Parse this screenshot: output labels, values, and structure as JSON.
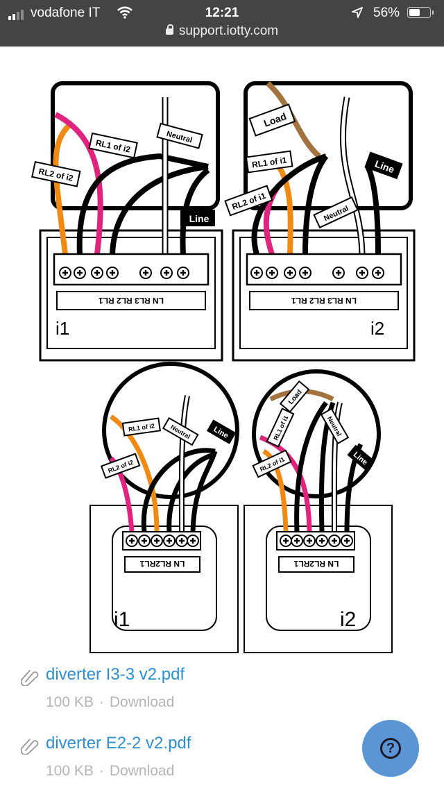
{
  "status_bar": {
    "carrier": "vodafone IT",
    "time": "12:21",
    "battery": "56%",
    "battery_level": 0.56,
    "url": "support.iotty.com"
  },
  "diagram": {
    "labels": {
      "rl1_of_i2": "RL1 of i2",
      "rl2_of_i2": "RL2 of i2",
      "rl1_of_i1": "RL1 of i1",
      "rl2_of_i1": "RL2 of i1",
      "neutral": "Neutral",
      "line": "Line",
      "load": "Load",
      "terminals_3": "LN RL3 RL2 RL1",
      "terminals_2": "LN RL2RL1",
      "device_i1": "i1",
      "device_i2": "i2"
    },
    "colors": {
      "orange": "#f18a12",
      "magenta": "#e0237f",
      "brown": "#a2733f"
    }
  },
  "attachments": [
    {
      "name": "diverter I3-3 v2.pdf",
      "size": "100 KB",
      "separator": "·",
      "action": "Download"
    },
    {
      "name": "diverter E2-2 v2.pdf",
      "size": "100 KB",
      "separator": "·",
      "action": "Download"
    }
  ],
  "help_button": {
    "icon": "?"
  }
}
